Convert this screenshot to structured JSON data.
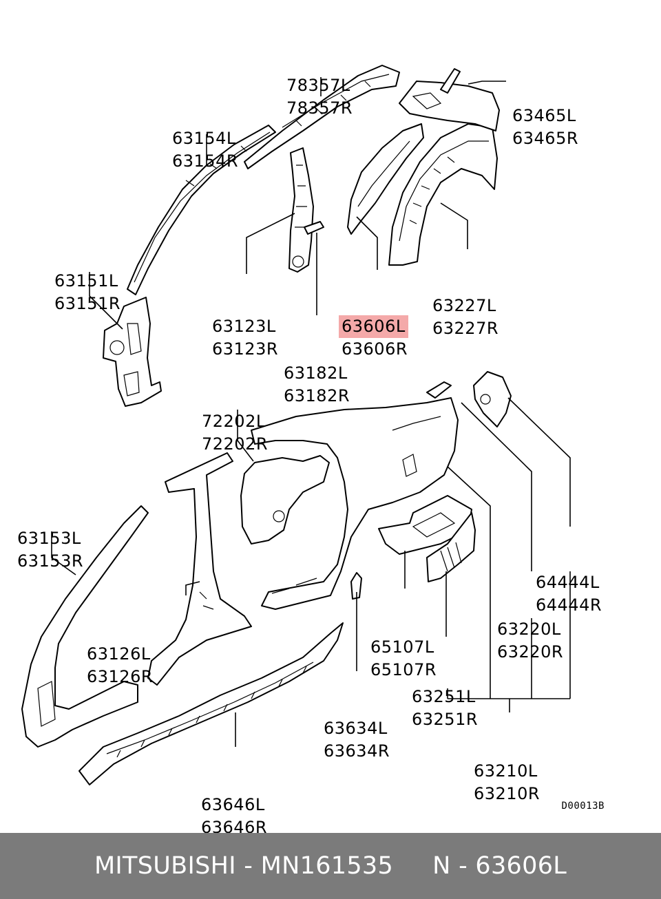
{
  "callouts": [
    {
      "id": "78357",
      "lines": [
        "78357L",
        "78357R"
      ],
      "highlight": false
    },
    {
      "id": "63465",
      "lines": [
        "63465L",
        "63465R"
      ],
      "highlight": false
    },
    {
      "id": "63154",
      "lines": [
        "63154L",
        "63154R"
      ],
      "highlight": false
    },
    {
      "id": "63151",
      "lines": [
        "63151L",
        "63151R"
      ],
      "highlight": false
    },
    {
      "id": "63123",
      "lines": [
        "63123L",
        "63123R"
      ],
      "highlight": false
    },
    {
      "id": "63606",
      "lines": [
        "63606L",
        "63606R"
      ],
      "highlight": true
    },
    {
      "id": "63227",
      "lines": [
        "63227L",
        "63227R"
      ],
      "highlight": false
    },
    {
      "id": "63182",
      "lines": [
        "63182L",
        "63182R"
      ],
      "highlight": false
    },
    {
      "id": "72202",
      "lines": [
        "72202L",
        "72202R"
      ],
      "highlight": false
    },
    {
      "id": "63153",
      "lines": [
        "63153L",
        "63153R"
      ],
      "highlight": false
    },
    {
      "id": "64444",
      "lines": [
        "64444L",
        "64444R"
      ],
      "highlight": false
    },
    {
      "id": "63220",
      "lines": [
        "63220L",
        "63220R"
      ],
      "highlight": false
    },
    {
      "id": "63126",
      "lines": [
        "63126L",
        "63126R"
      ],
      "highlight": false
    },
    {
      "id": "65107",
      "lines": [
        "65107L",
        "65107R"
      ],
      "highlight": false
    },
    {
      "id": "63251",
      "lines": [
        "63251L",
        "63251R"
      ],
      "highlight": false
    },
    {
      "id": "63634",
      "lines": [
        "63634L",
        "63634R"
      ],
      "highlight": false
    },
    {
      "id": "63210",
      "lines": [
        "63210L",
        "63210R"
      ],
      "highlight": false
    },
    {
      "id": "63646",
      "lines": [
        "63646L",
        "63646R"
      ],
      "highlight": false
    }
  ],
  "drawing_code": "D00013B",
  "footer": {
    "brand": "MITSUBISHI",
    "part_number": "MN161535",
    "reference": "N - 63606L",
    "text": "MITSUBISHI - MN161535     N - 63606L"
  },
  "colors": {
    "highlight": "#f4a9a9",
    "footer_bg": "#7b7b7b",
    "footer_text": "#ffffff",
    "line": "#000000"
  }
}
